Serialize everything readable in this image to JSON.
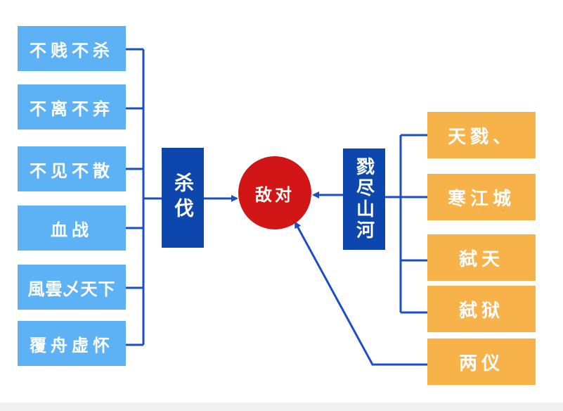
{
  "center": {
    "label": "敌对"
  },
  "left_group": {
    "label": "杀伐",
    "items": [
      "不贱不杀",
      "不离不弃",
      "不见不散",
      "血战",
      "風雲乄天下",
      "覆舟虚怀"
    ]
  },
  "right_group": {
    "label": "戮尽山河",
    "items": [
      "天戮、",
      "寒江城",
      "弑天",
      "弑狱"
    ]
  },
  "direct_item": {
    "label": "两仪"
  },
  "colors": {
    "left_box": "#5db2f5",
    "right_box": "#f8b24a",
    "group_box": "#0d46ad",
    "center": "#d21616",
    "connector": "#1d4fc4"
  }
}
